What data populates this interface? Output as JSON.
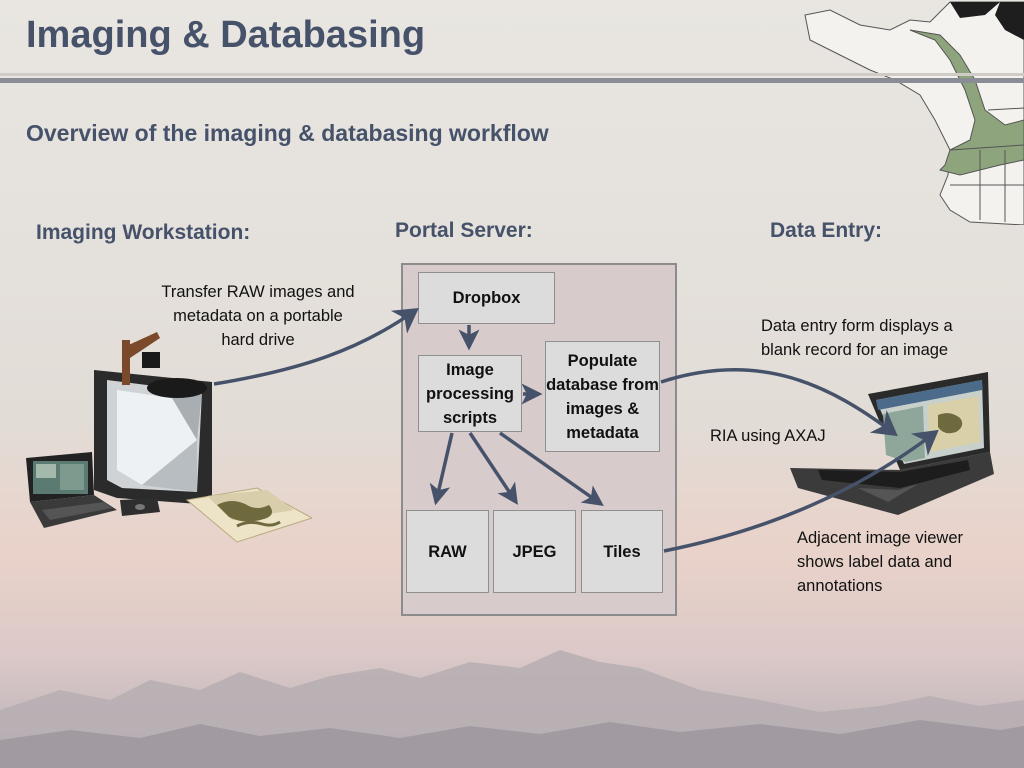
{
  "title": "Imaging & Databasing",
  "subtitle": "Overview of the imaging & databasing workflow",
  "sections": {
    "imaging": "Imaging Workstation:",
    "portal": "Portal Server:",
    "data_entry": "Data Entry:"
  },
  "notes": {
    "transfer": "Transfer RAW images and metadata on a portable hard drive",
    "form": "Data entry form displays a blank record for an image",
    "ria": "RIA using AXAJ",
    "viewer": "Adjacent image viewer shows label data and annotations"
  },
  "boxes": {
    "dropbox": "Dropbox",
    "scripts": "Image processing scripts",
    "populate": "Populate database from images & metadata",
    "raw": "RAW",
    "jpeg": "JPEG",
    "tiles": "Tiles"
  },
  "colors": {
    "heading": "#46526a",
    "arrow": "#46526a",
    "map_highlight": "#8ea47c"
  },
  "icons": [
    "mountain-silhouette",
    "north-america-map",
    "imaging-workstation-photo",
    "laptop-data-entry-photo"
  ]
}
